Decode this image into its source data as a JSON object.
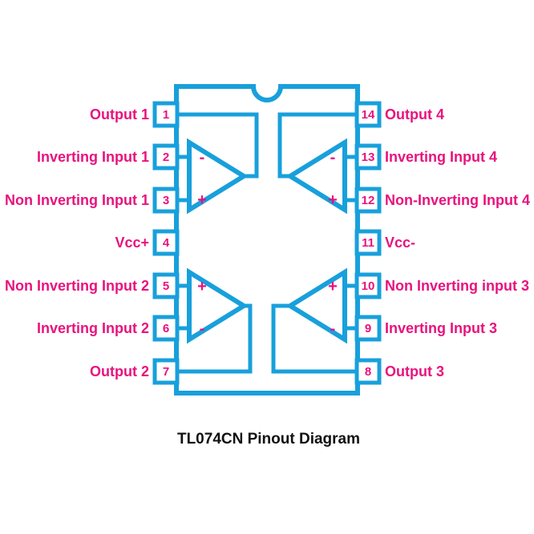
{
  "title": "TL074CN Pinout Diagram",
  "colors": {
    "chip_outline": "#18A0DC",
    "label_pink": "#E9127D",
    "title_black": "#111111",
    "background": "#FFFFFF"
  },
  "symbols": {
    "plus": "+",
    "minus": "-"
  },
  "chip": {
    "name": "TL074CN",
    "package_pin_count": 14,
    "left_pins": [
      {
        "number": "1",
        "label": "Output 1"
      },
      {
        "number": "2",
        "label": "Inverting Input 1"
      },
      {
        "number": "3",
        "label": "Non Inverting Input 1"
      },
      {
        "number": "4",
        "label": "Vcc+"
      },
      {
        "number": "5",
        "label": "Non Inverting Input 2"
      },
      {
        "number": "6",
        "label": "Inverting Input 2"
      },
      {
        "number": "7",
        "label": "Output 2"
      }
    ],
    "right_pins": [
      {
        "number": "14",
        "label": "Output 4"
      },
      {
        "number": "13",
        "label": "Inverting Input 4"
      },
      {
        "number": "12",
        "label": "Non-Inverting Input 4"
      },
      {
        "number": "11",
        "label": "Vcc-"
      },
      {
        "number": "10",
        "label": "Non Inverting input 3"
      },
      {
        "number": "9",
        "label": "Inverting Input 3"
      },
      {
        "number": "8",
        "label": "Output 3"
      }
    ]
  }
}
